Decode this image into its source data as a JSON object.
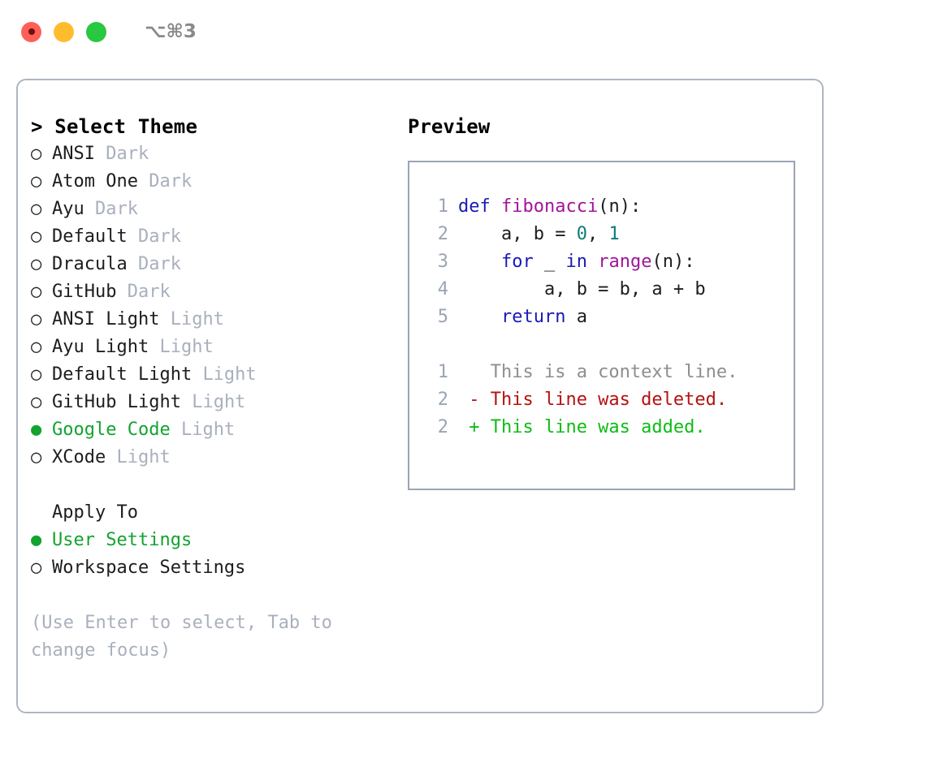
{
  "window": {
    "title": "⌥⌘3",
    "traffic_lights": [
      {
        "name": "close",
        "color": "#ff5f57"
      },
      {
        "name": "minimize",
        "color": "#ffbd2e"
      },
      {
        "name": "maximize",
        "color": "#28c840"
      }
    ]
  },
  "theme_picker": {
    "header": "> Select Theme",
    "selected_bullet": "●",
    "unselected_bullet": "○",
    "items": [
      {
        "label": "ANSI",
        "tag": "Dark",
        "selected": false
      },
      {
        "label": "Atom One",
        "tag": "Dark",
        "selected": false
      },
      {
        "label": "Ayu",
        "tag": "Dark",
        "selected": false
      },
      {
        "label": "Default",
        "tag": "Dark",
        "selected": false
      },
      {
        "label": "Dracula",
        "tag": "Dark",
        "selected": false
      },
      {
        "label": "GitHub",
        "tag": "Dark",
        "selected": false
      },
      {
        "label": "ANSI Light",
        "tag": "Light",
        "selected": false
      },
      {
        "label": "Ayu Light",
        "tag": "Light",
        "selected": false
      },
      {
        "label": "Default Light",
        "tag": "Light",
        "selected": false
      },
      {
        "label": "GitHub Light",
        "tag": "Light",
        "selected": false
      },
      {
        "label": "Google Code",
        "tag": "Light",
        "selected": true
      },
      {
        "label": "XCode",
        "tag": "Light",
        "selected": false
      }
    ]
  },
  "apply_to": {
    "header": "Apply To",
    "items": [
      {
        "label": "User Settings",
        "selected": true
      },
      {
        "label": "Workspace Settings",
        "selected": false
      }
    ]
  },
  "hint": "(Use Enter to select, Tab to change focus)",
  "preview": {
    "header": "Preview",
    "code_lines": [
      {
        "number": "1",
        "tokens": [
          {
            "text": "def ",
            "kind": "kw"
          },
          {
            "text": "fibonacci",
            "kind": "fn"
          },
          {
            "text": "(n):",
            "kind": "pln"
          }
        ]
      },
      {
        "number": "2",
        "tokens": [
          {
            "text": "    a, b = ",
            "kind": "pln"
          },
          {
            "text": "0",
            "kind": "num"
          },
          {
            "text": ", ",
            "kind": "pln"
          },
          {
            "text": "1",
            "kind": "num"
          }
        ]
      },
      {
        "number": "3",
        "tokens": [
          {
            "text": "    ",
            "kind": "pln"
          },
          {
            "text": "for",
            "kind": "kw"
          },
          {
            "text": " _ ",
            "kind": "pln"
          },
          {
            "text": "in",
            "kind": "kw"
          },
          {
            "text": " ",
            "kind": "pln"
          },
          {
            "text": "range",
            "kind": "fn"
          },
          {
            "text": "(n):",
            "kind": "pln"
          }
        ]
      },
      {
        "number": "4",
        "tokens": [
          {
            "text": "        a, b = b, a + b",
            "kind": "pln"
          }
        ]
      },
      {
        "number": "5",
        "tokens": [
          {
            "text": "    ",
            "kind": "pln"
          },
          {
            "text": "return",
            "kind": "kw"
          },
          {
            "text": " a",
            "kind": "pln"
          }
        ]
      }
    ],
    "diff_lines": [
      {
        "number": "1",
        "marker": " ",
        "text": "This is a context line.",
        "kind": "ctx"
      },
      {
        "number": "2",
        "marker": "-",
        "text": "This line was deleted.",
        "kind": "del"
      },
      {
        "number": "2",
        "marker": "+",
        "text": "This line was added.",
        "kind": "add"
      }
    ]
  },
  "colors": {
    "accent_green": "#13a330",
    "muted": "#a9b0bd",
    "keyword": "#1a1ab5",
    "function": "#a0159b",
    "number": "#0b7d77",
    "diff_context": "#8e8e8e",
    "diff_deleted": "#b51111",
    "diff_added": "#0fbb16",
    "border": "#aeb6c2"
  }
}
